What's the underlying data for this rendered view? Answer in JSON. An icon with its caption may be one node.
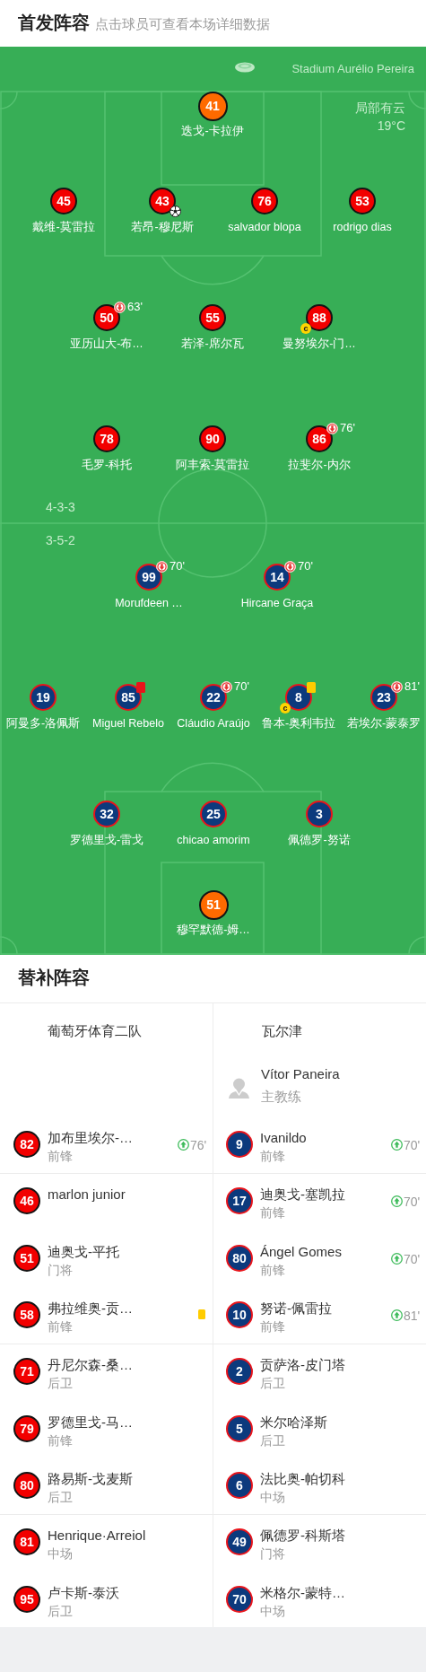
{
  "diagram": {
    "nodes": [
      {
        "text": [
          "41"
        ],
        "beside": [
          "迭戈-卡拉伊"
        ]
      },
      {
        "text": [
          "45"
        ],
        "beside": [
          "戴维-莫雷拉"
        ]
      },
      {
        "text": [
          "43"
        ],
        "beside": [
          "若昂-穆尼斯"
        ]
      },
      {
        "text": [
          "76"
        ],
        "beside": [
          "salvador blopa"
        ]
      },
      {
        "text": [
          "53"
        ],
        "beside": [
          "rodrigo dias"
        ]
      },
      {
        "text": [
          "50"
        ],
        "beside": [
          "63'",
          "亚历山大-布…"
        ]
      },
      {
        "text": [
          "55"
        ],
        "beside": [
          "若泽-席尔瓦"
        ]
      },
      {
        "text": [
          "88"
        ],
        "beside": [
          "c",
          "曼努埃尔-门…"
        ]
      },
      {
        "text": [
          "78"
        ],
        "beside": [
          "毛罗-科托"
        ]
      },
      {
        "text": [
          "90"
        ],
        "beside": [
          "阿丰索-莫雷拉"
        ]
      },
      {
        "text": [
          "86"
        ],
        "beside": [
          "76'",
          "拉斐尔-内尔"
        ]
      },
      {
        "text": [
          "99"
        ],
        "beside": [
          "70'",
          "Morufdeen …"
        ]
      },
      {
        "text": [
          "14"
        ],
        "beside": [
          "70'",
          "Hircane Graça"
        ]
      },
      {
        "text": [
          "19"
        ],
        "beside": [
          "阿曼多-洛佩斯"
        ]
      },
      {
        "text": [
          "85"
        ],
        "beside": [
          "Miguel Rebelo"
        ]
      },
      {
        "text": [
          "22"
        ],
        "beside": [
          "70'",
          "Cláudio Araújo"
        ]
      },
      {
        "text": [
          "8"
        ],
        "beside": [
          "c",
          "鲁本-奥利韦拉"
        ]
      },
      {
        "text": [
          "23"
        ],
        "beside": [
          "81'",
          "若埃尔-蒙泰罗"
        ]
      },
      {
        "text": [
          "32"
        ],
        "beside": [
          "罗德里戈-雷戈"
        ]
      },
      {
        "text": [
          "25"
        ],
        "beside": [
          "chicao amorim"
        ]
      },
      {
        "text": [
          "3"
        ],
        "beside": [
          "佩德罗-努诺"
        ]
      },
      {
        "text": [
          "51"
        ],
        "beside": [
          "穆罕默德-姆…"
        ]
      },
      {
        "text": [
          "82"
        ],
        "beside": [
          "加布里埃尔-…",
          "前锋"
        ]
      },
      {
        "text": [
          "9"
        ],
        "beside": [
          "Ivanildo",
          "前锋"
        ]
      },
      {
        "text": [
          "46"
        ],
        "beside": [
          "marlon junior"
        ]
      },
      {
        "text": [
          "17"
        ],
        "beside": [
          "迪奥戈-塞凯拉",
          "前锋"
        ]
      },
      {
        "text": [
          "51"
        ],
        "beside": [
          "迪奥戈-平托",
          "门将"
        ]
      },
      {
        "text": [
          "80"
        ],
        "beside": [
          "Ángel Gomes",
          "前锋"
        ]
      },
      {
        "text": [
          "58"
        ],
        "beside": [
          "弗拉维奥-贡…",
          "前锋"
        ]
      },
      {
        "text": [
          "10"
        ],
        "beside": [
          "努诺-佩雷拉",
          "前锋"
        ]
      },
      {
        "text": [
          "71"
        ],
        "beside": [
          "丹尼尔森-桑…",
          "后卫"
        ]
      },
      {
        "text": [
          "2"
        ],
        "beside": [
          "贡萨洛-皮门塔",
          "后卫"
        ]
      },
      {
        "text": [
          "79"
        ],
        "beside": [
          "罗德里戈-马…",
          "前锋"
        ]
      },
      {
        "text": [
          "5"
        ],
        "beside": [
          "米尔哈泽斯",
          "后卫"
        ]
      },
      {
        "text": [
          "80"
        ],
        "beside": [
          "路易斯-戈麦斯",
          "后卫"
        ]
      },
      {
        "text": [
          "6"
        ],
        "beside": [
          "法比奥-帕切科",
          "中场"
        ]
      },
      {
        "text": [
          "81"
        ],
        "beside": [
          "Henrique·Arreiol",
          "中场"
        ]
      },
      {
        "text": [
          "49"
        ],
        "beside": [
          "佩德罗-科斯塔",
          "门将"
        ]
      },
      {
        "text": [
          "95"
        ],
        "beside": [
          "卢卡斯-泰沃",
          "后卫"
        ]
      },
      {
        "text": [
          "70"
        ],
        "beside": [
          "米格尔-蒙特…",
          "中场"
        ]
      }
    ],
    "labels": [
      "首发阵容",
      "点击球员可查看本场详细数据",
      "Stadium Aurélio Pereira",
      "局部有云",
      "19°C",
      "4-3-3",
      "3-5-2",
      "替补阵容",
      "葡萄牙体育二队",
      "瓦尔津",
      "Vítor Paneira",
      "主教练",
      "76'",
      "70'",
      "70'",
      "70'",
      "81'"
    ]
  }
}
